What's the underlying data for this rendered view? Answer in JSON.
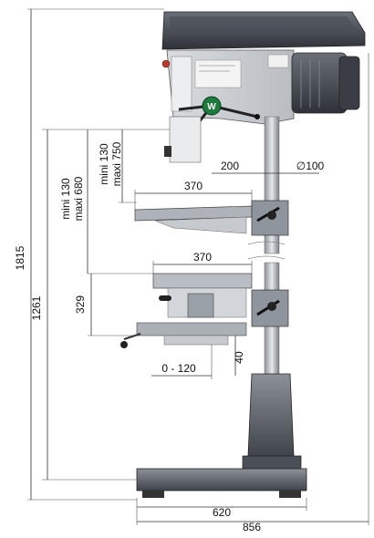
{
  "dimensions": {
    "overall_height": "1815",
    "column_to_base": "1261",
    "mini_130_a": "mini 130",
    "maxi_680": "maxi 680",
    "mini_130_b": "mini 130",
    "maxi_750": "maxi 750",
    "throat": "200",
    "column_diameter": "∅100",
    "upper_table_width": "370",
    "lower_table_width": "370",
    "vise_height": "329",
    "cross_travel": "0 - 120",
    "vise_offset": "40",
    "base_width": "620",
    "overall_width": "856"
  },
  "logo_text": "W"
}
